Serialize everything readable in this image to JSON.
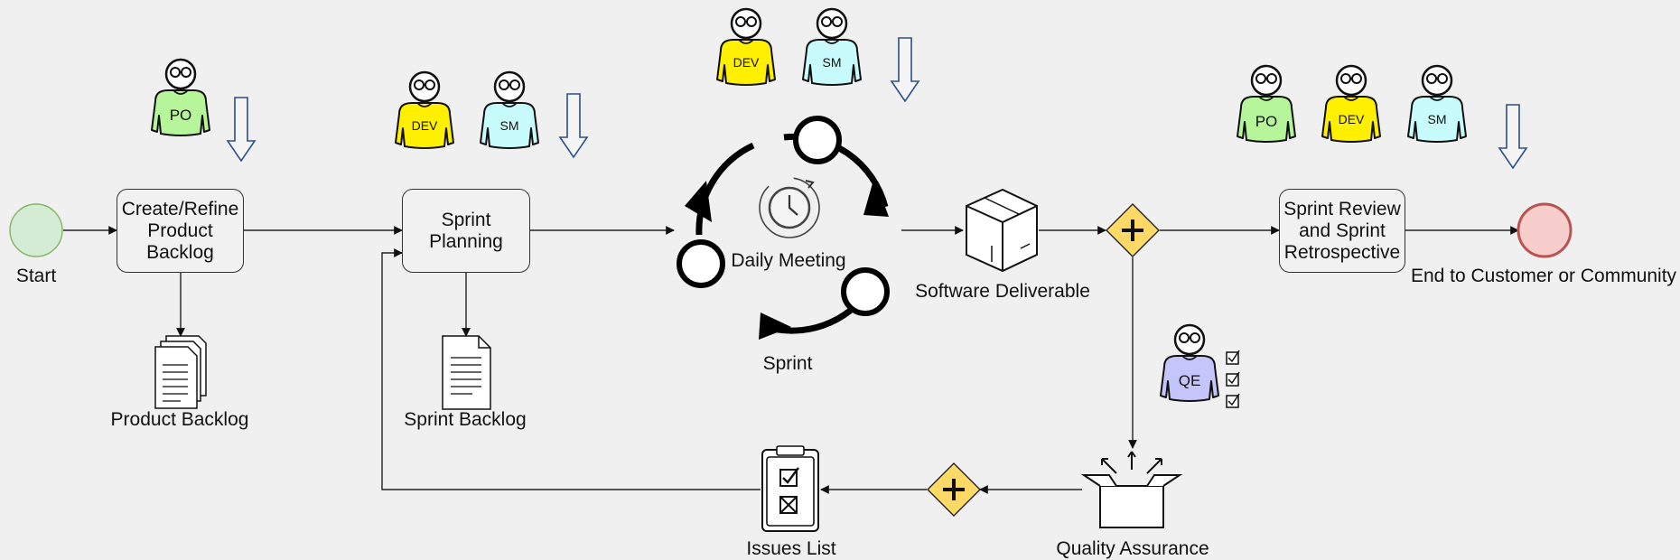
{
  "events": {
    "start": "Start",
    "end": "End to Customer or Community"
  },
  "tasks": {
    "refine_backlog": [
      "Create/Refine",
      "Product",
      "Backlog"
    ],
    "sprint_planning": [
      "Sprint",
      "Planning"
    ],
    "sprint_review": [
      "Sprint Review",
      "and Sprint",
      "Retrospective"
    ]
  },
  "artifacts": {
    "product_backlog": "Product Backlog",
    "sprint_backlog": "Sprint Backlog",
    "issues_list": "Issues List",
    "software_deliverable": "Software Deliverable",
    "quality_assurance": "Quality Assurance"
  },
  "sprint_cycle": {
    "center_label": "Daily Meeting",
    "caption": "Sprint"
  },
  "roles": {
    "po": "PO",
    "dev": "DEV",
    "sm": "SM",
    "qe": "QE"
  },
  "colors": {
    "po": "#b6f59a",
    "dev": "#fef000",
    "sm": "#c8fbfb",
    "qe": "#c5c5fb",
    "start": "#d5ecd4",
    "end": "#f8cecc",
    "end_stroke": "#b85450",
    "gateway": "#ffd966",
    "down_arrow": "#2a4f8f"
  }
}
